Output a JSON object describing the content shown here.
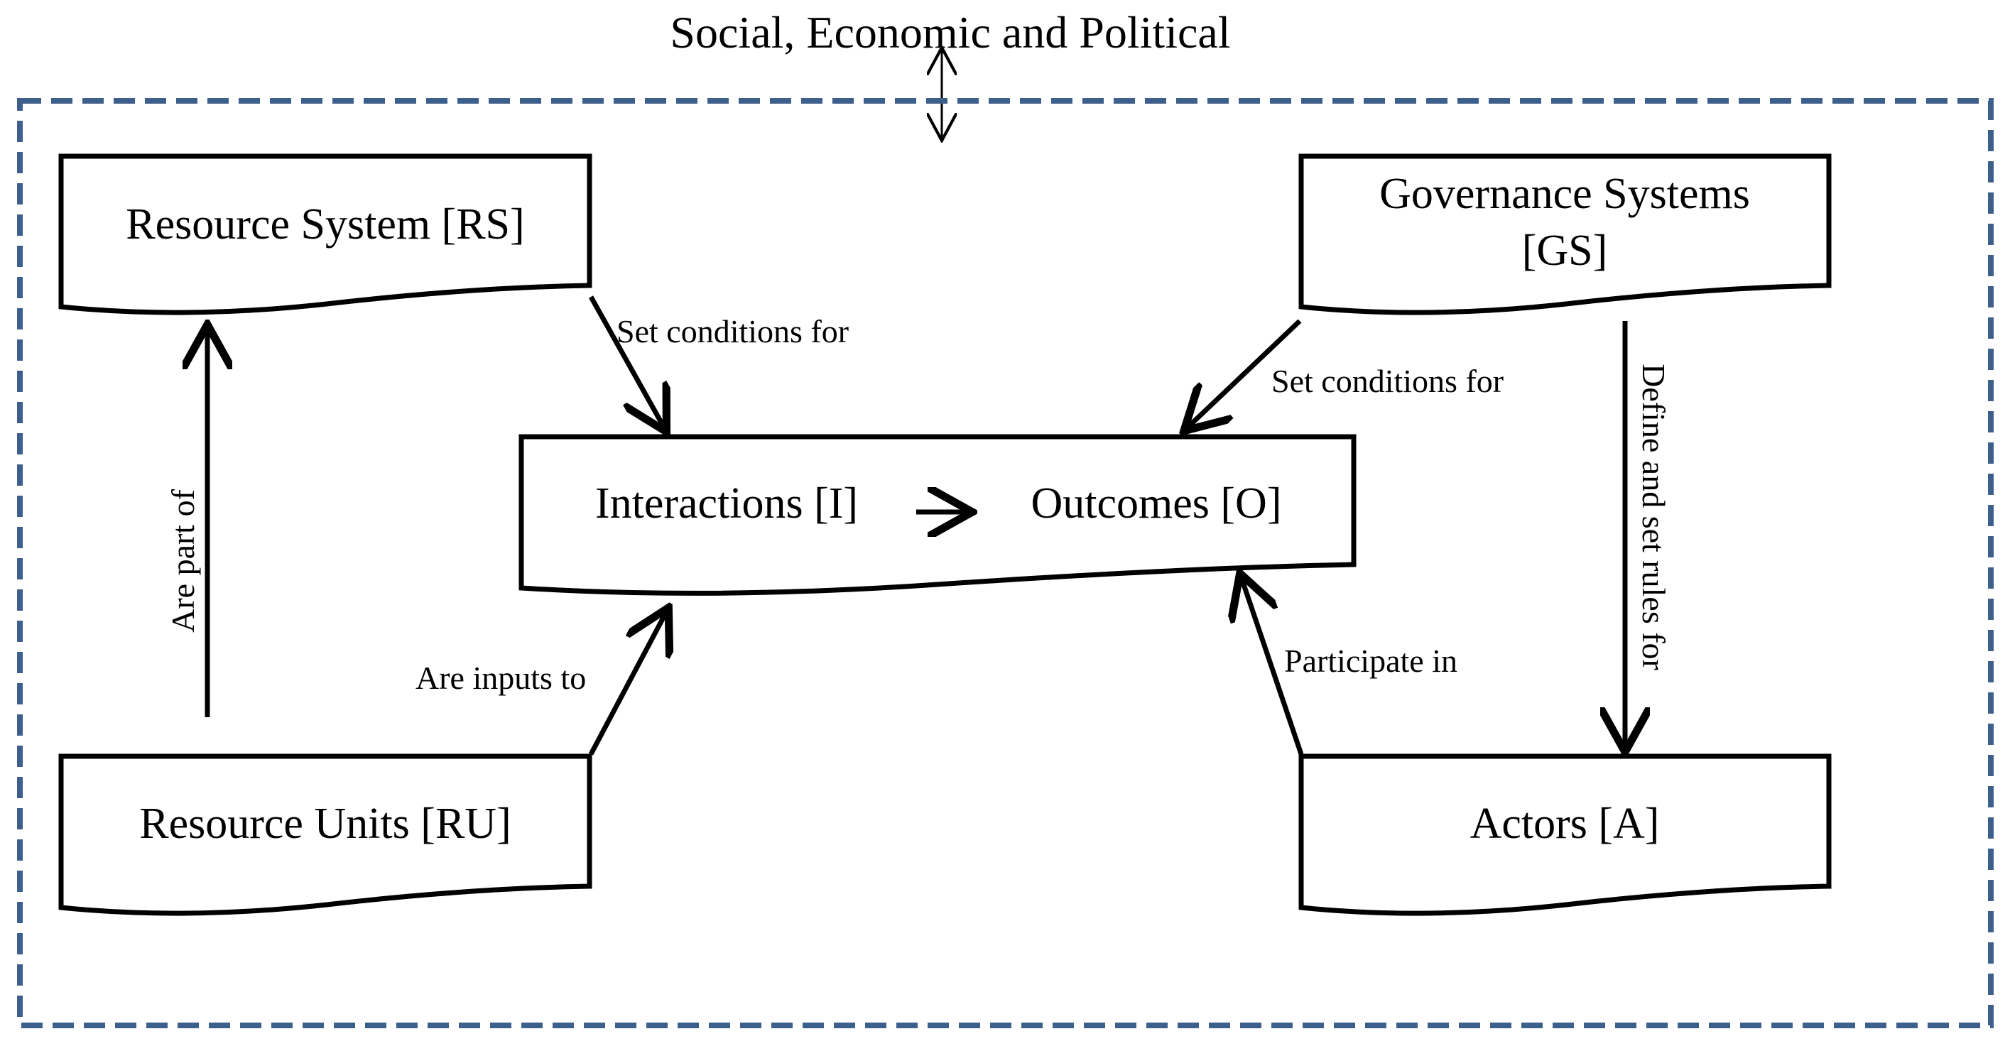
{
  "context": {
    "label": "Social, Economic and Political"
  },
  "colors": {
    "boundary": "#3d5f8c",
    "stroke": "#000000"
  },
  "boxes": {
    "resource_system": {
      "label": "Resource System [RS]"
    },
    "governance_systems": {
      "line1": "Governance Systems",
      "line2": "[GS]"
    },
    "interactions": {
      "label": "Interactions [I]"
    },
    "outcomes": {
      "label": "Outcomes [O]"
    },
    "resource_units": {
      "label": "Resource Units [RU]"
    },
    "actors": {
      "label": "Actors [A]"
    }
  },
  "edges": {
    "rs_to_io": "Set conditions for",
    "gs_to_io": "Set conditions for",
    "ru_to_rs": "Are part of",
    "ru_to_io": "Are inputs to",
    "a_to_io": "Participate in",
    "gs_to_a": "Define and set rules for"
  }
}
